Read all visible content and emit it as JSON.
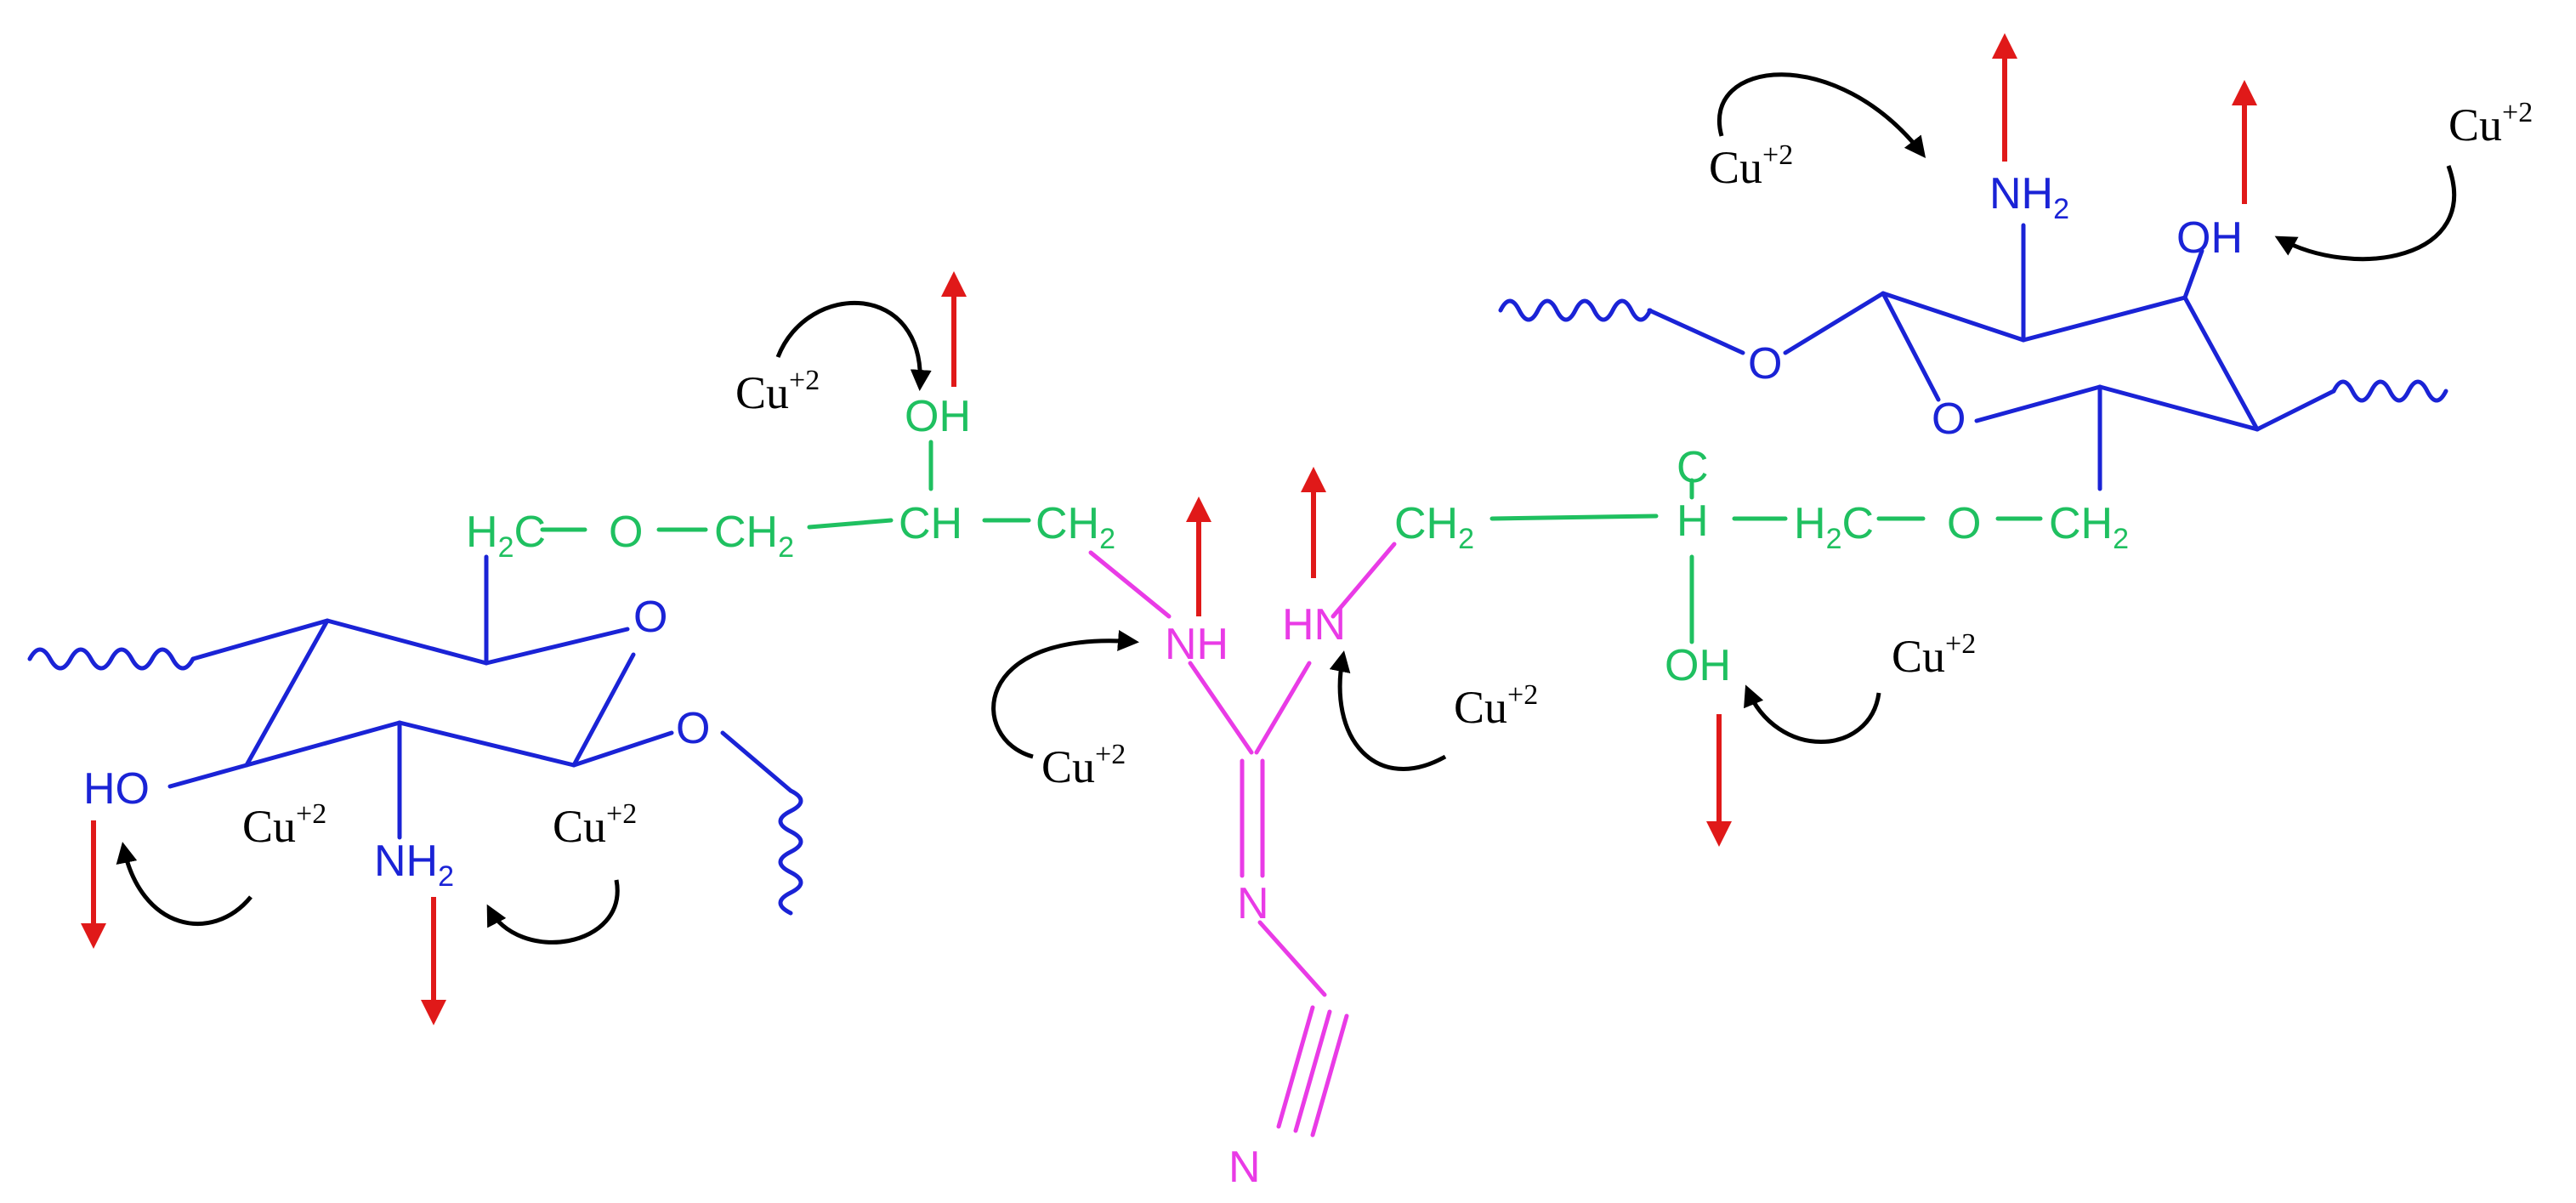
{
  "colors": {
    "chitosan": "#1a23d6",
    "linker": "#1fc060",
    "guanidine": "#e93be6",
    "cu_arrow": "#000000",
    "release_arrow": "#e01919"
  },
  "atoms": {
    "oh": "OH",
    "ho": "HO",
    "o": "O",
    "n": "N",
    "nh": "NH",
    "hn": "HN",
    "nh2_base": "NH",
    "sub2": "2",
    "h2c_h": "H",
    "h2c_c": "C",
    "ch_c": "C",
    "ch_h": "H",
    "ch2_ch": "CH",
    "h2c_base": "C",
    "cu_base": "Cu",
    "cu_sup": "+2"
  }
}
